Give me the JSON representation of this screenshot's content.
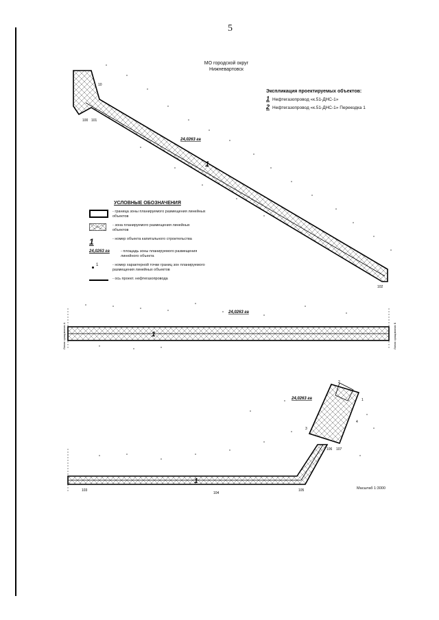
{
  "page_number": "5",
  "header": {
    "line1": "МО городской округ",
    "line2": "Нижневартовск"
  },
  "explication": {
    "title": "Экспликация проектируемых объектов:",
    "items": [
      {
        "num": "1",
        "label": "Нефтегазопровод «к.51-ДНС-1»"
      },
      {
        "num": "2",
        "label": "Нефтегазопровод «к.51-ДНС-1» Переездка 1"
      }
    ]
  },
  "legend": {
    "title": "УСЛОВНЫЕ ОБОЗНАЧЕНИЯ",
    "items": [
      {
        "symbol": "boundary",
        "label": "- граница зоны планируемого размещения линейных объектов"
      },
      {
        "symbol": "hatch",
        "label": "- зона планируемого размещения линейных объектов"
      },
      {
        "symbol": "objnum",
        "sample": "1",
        "label": "- номер объекта капитального строительства"
      },
      {
        "symbol": "area",
        "sample": "24,0263 га",
        "label": "- площадь зоны планируемого размещения линейного объекта"
      },
      {
        "symbol": "point",
        "sample": "1",
        "label": "- номер характерной точки границ зон планируемого размещения линейных объектов"
      },
      {
        "symbol": "axis",
        "label": "- ось проект. нефтегазопровода"
      }
    ]
  },
  "drawing1": {
    "area_label": "24,0263 га",
    "object_number": "1",
    "points": {
      "p10": "10",
      "p100": "100",
      "p101": "101",
      "p102": "102"
    }
  },
  "drawing2": {
    "area_label": "24,0263 га",
    "object_number": "1",
    "cut_left": "Линия сращивания А",
    "cut_right": "Линия сращивания Б"
  },
  "drawing3": {
    "area_label": "24,0263 га",
    "object_number": "1",
    "points": {
      "p103": "103",
      "p104": "104",
      "p105": "105",
      "p106": "106",
      "p107": "107",
      "p1": "1",
      "p2": "2",
      "p3": "3",
      "p4": "4"
    },
    "scale": "Масштаб 1:3000"
  }
}
